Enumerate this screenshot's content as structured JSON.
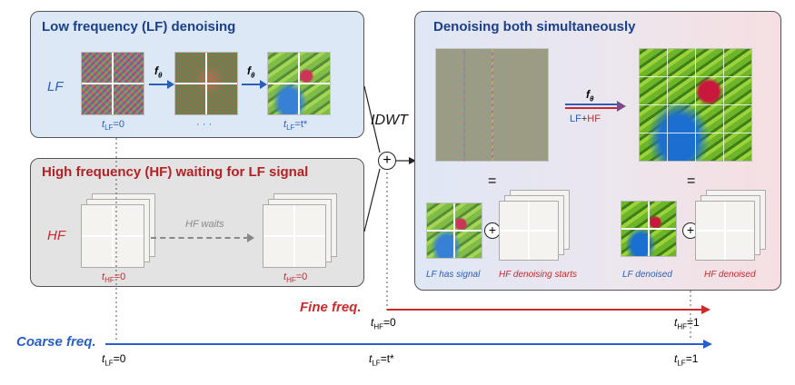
{
  "lf_panel": {
    "title": "Low frequency (LF) denoising",
    "row_label": "LF",
    "f_theta": "f",
    "f_sub": "θ",
    "t_start": {
      "t": "t",
      "sub": "LF",
      "rest": "=0"
    },
    "dots": "· · ·",
    "t_end": {
      "t": "t",
      "sub": "LF",
      "rest": "=t*"
    }
  },
  "hf_panel": {
    "title": "High frequency (HF) waiting for LF signal",
    "row_label": "HF",
    "waits": "HF waits",
    "t_start": {
      "t": "t",
      "sub": "HF",
      "rest": "=0"
    },
    "t_end": {
      "t": "t",
      "sub": "HF",
      "rest": "=0"
    }
  },
  "idwt": "IDWT",
  "plus": "+",
  "both_panel": {
    "title": "Denoising both simultaneously",
    "f_theta": "f",
    "f_sub": "θ",
    "lf": "LF",
    "plus": "+",
    "hf": "HF",
    "eq1": "=",
    "eq2": "=",
    "lf_has_signal": "LF has signal",
    "hf_starts": "HF denoising starts",
    "lf_denoised": "LF denoised",
    "hf_denoised": "HF denoised"
  },
  "fine_axis": {
    "label": "Fine freq.",
    "ticks": [
      {
        "t": "t",
        "sub": "HF",
        "rest": "=0"
      },
      {
        "t": "t",
        "sub": "HF",
        "rest": "=1"
      }
    ]
  },
  "coarse_axis": {
    "label": "Coarse freq.",
    "ticks": [
      {
        "t": "t",
        "sub": "LF",
        "rest": "=0"
      },
      {
        "t": "t",
        "sub": "LF",
        "rest": "=t*"
      },
      {
        "t": "t",
        "sub": "LF",
        "rest": "=1"
      }
    ]
  },
  "colors": {
    "lf_blue": "#2a5fb8",
    "hf_red": "#c8282e",
    "axis_blue": "#2a5fc8",
    "axis_red": "#cc2a2a"
  }
}
